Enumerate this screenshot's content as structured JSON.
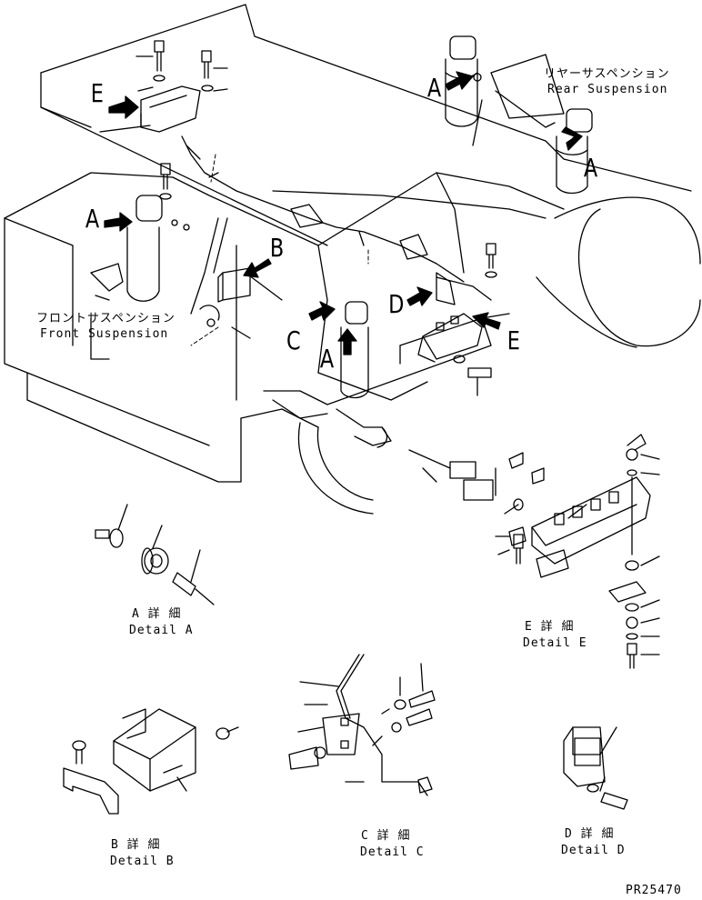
{
  "labels": {
    "rear_suspension_jp": "リヤーサスペンション",
    "rear_suspension_en": "Rear Suspension",
    "front_suspension_jp": "フロントサスペンション",
    "front_suspension_en": "Front Suspension",
    "detail_a_jp": "A 詳 細",
    "detail_a_en": "Detail A",
    "detail_b_jp": "B 詳 細",
    "detail_b_en": "Detail B",
    "detail_c_jp": "C 詳 細",
    "detail_c_en": "Detail C",
    "detail_d_jp": "D 詳 細",
    "detail_d_en": "Detail D",
    "detail_e_jp": "E 詳 細",
    "detail_e_en": "Detail E",
    "part_number": "PR25470"
  },
  "callouts": {
    "a": "A",
    "b": "B",
    "c": "C",
    "d": "D",
    "e": "E"
  }
}
